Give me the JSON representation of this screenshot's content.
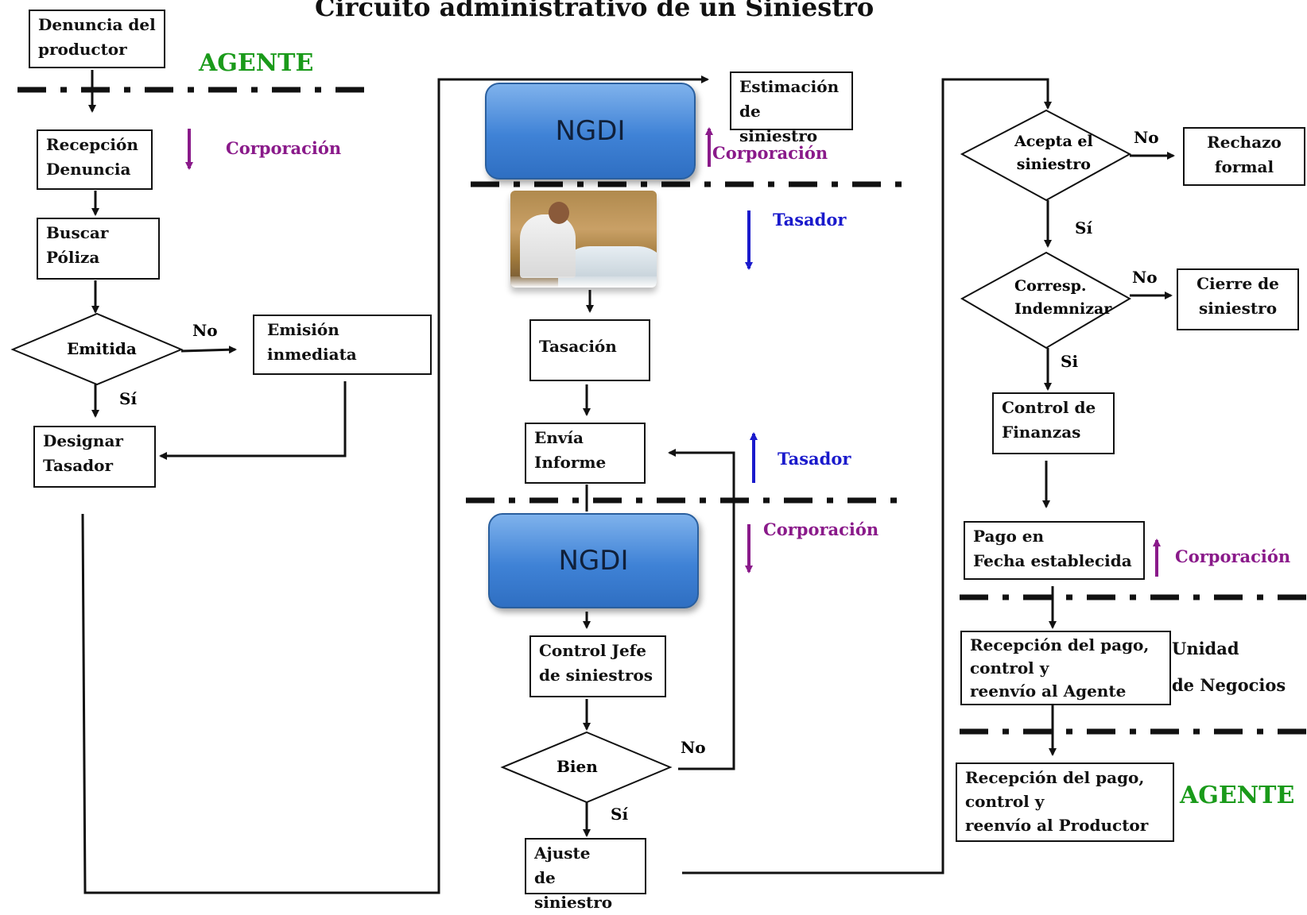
{
  "title": "Circuito administrativo de un Siniestro",
  "colors": {
    "agent": "#1a9a1a",
    "corporation": "#8a1a8a",
    "tasador": "#1a1acc",
    "ngdi_fill": "#4a8ddc",
    "line": "#111111"
  },
  "nodes": {
    "denuncia_productor": "Denuncia del\nproductor",
    "recepcion_denuncia": "Recepción\nDenuncia",
    "buscar_poliza": "Buscar\nPóliza",
    "emitida": "Emitida",
    "emision_inmediata": "Emisión\ninmediata",
    "designar_tasador": "Designar\nTasador",
    "ngdi_top": "NGDI",
    "estimacion_siniestro": "Estimación\nde siniestro",
    "tasacion": "Tasación",
    "envia_informe": "Envía\nInforme",
    "ngdi_bottom": "NGDI",
    "control_jefe": "Control Jefe\nde siniestros",
    "bien": "Bien",
    "ajuste_siniestro": "Ajuste\nde siniestro",
    "acepta_siniestro": "Acepta el\nsiniestro",
    "rechazo_formal": "Rechazo\nformal",
    "corresp_indemnizar": "Corresp.\nIndemnizar",
    "cierre_siniestro": "Cierre de\nsiniestro",
    "control_finanzas": "Control de\nFinanzas",
    "pago_fecha": "Pago en\nFecha establecida",
    "recepcion_agente": "Recepción del pago,\n control y\n reenvío al Agente",
    "recepcion_productor": "Recepción del pago,\ncontrol y\n reenvío al Productor"
  },
  "zones": {
    "agente_top": "AGENTE",
    "corporacion_1": "Corporación",
    "corporacion_2": "Corporación",
    "tasador_1": "Tasador",
    "tasador_2": "Tasador",
    "corporacion_3": "Corporación",
    "corporacion_4": "Corporación",
    "unidad_negocios_1": "Unidad",
    "unidad_negocios_2": "de Negocios",
    "agente_bottom": "AGENTE"
  },
  "edges": {
    "no_1": "No",
    "si_1": "Sí",
    "no_2": "No",
    "si_2": "Sí",
    "no_3": "No",
    "si_3": "Sí",
    "no_4": "No",
    "si_4": "Si"
  }
}
